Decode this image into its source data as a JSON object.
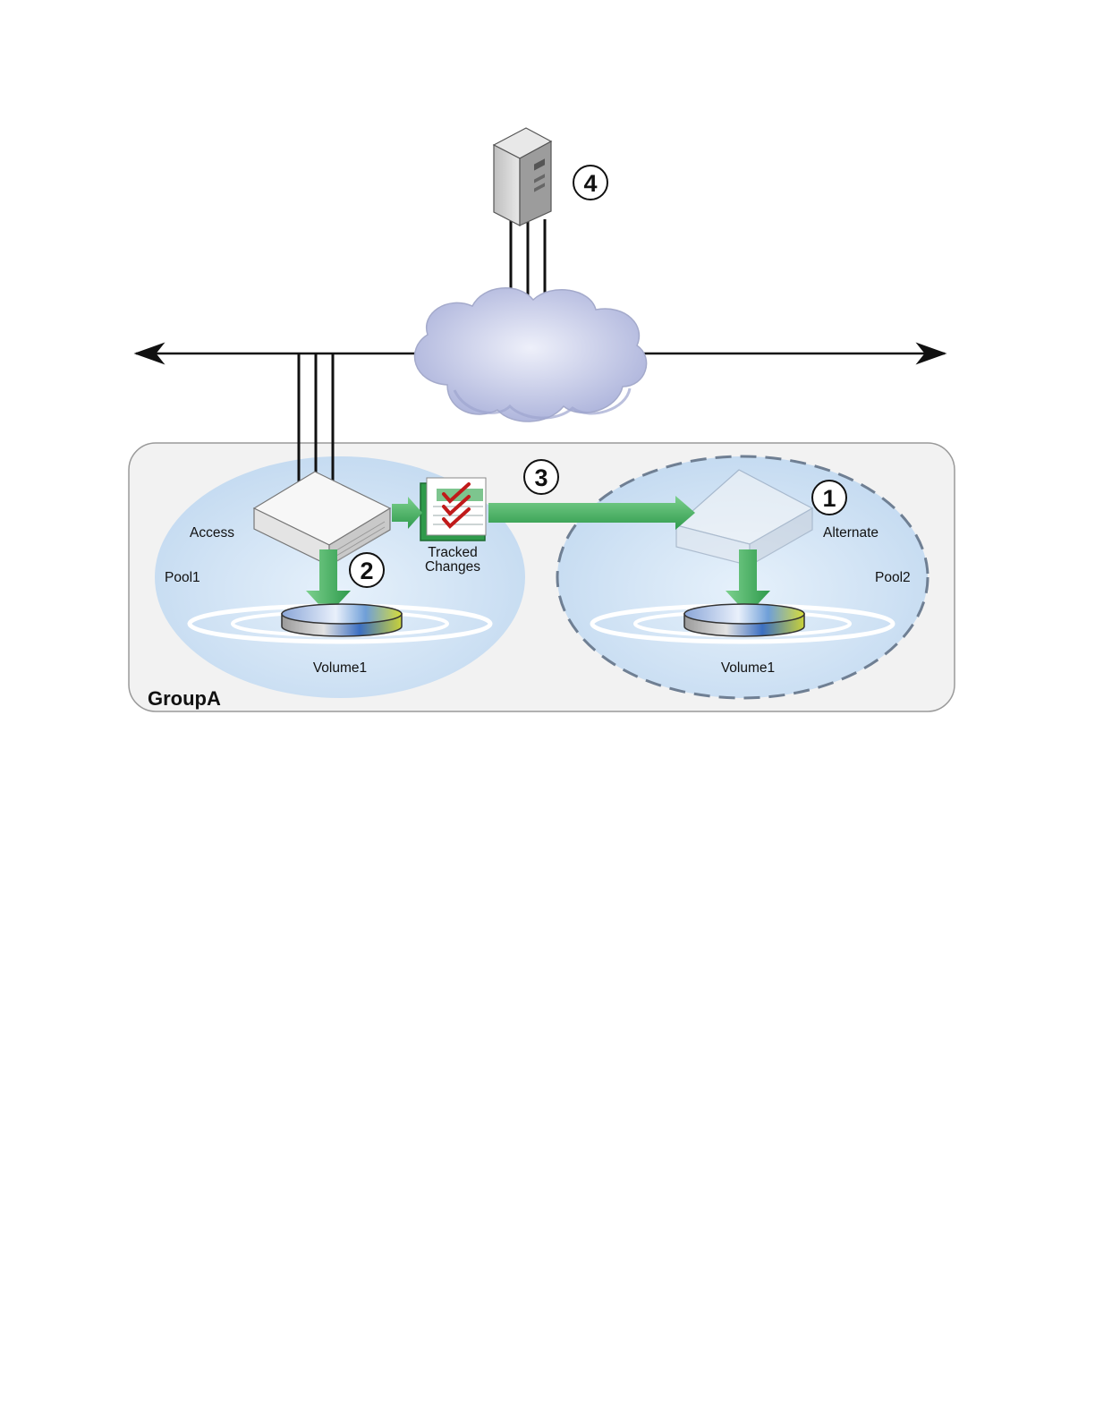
{
  "group": {
    "label": "GroupA"
  },
  "pools": {
    "pool1": {
      "label": "Pool1",
      "member_label": "Access",
      "volume_label": "Volume1"
    },
    "pool2": {
      "label": "Pool2",
      "member_label": "Alternate",
      "volume_label": "Volume1"
    }
  },
  "tracked_changes": {
    "line1": "Tracked",
    "line2": "Changes"
  },
  "steps": {
    "s1": "1",
    "s2": "2",
    "s3": "3",
    "s4": "4"
  },
  "icons": {
    "host": "server-tower-icon",
    "network": "cloud-icon",
    "member": "storage-array-icon",
    "volume": "volume-disk-icon",
    "changes": "checklist-icon"
  },
  "colors": {
    "group_fill": "#f2f2f2",
    "pool_fill": "#cfe1f4",
    "arrow_green": "#3aa858",
    "dashed_border": "#6f7f93",
    "cloud": "#c3c8e6"
  }
}
